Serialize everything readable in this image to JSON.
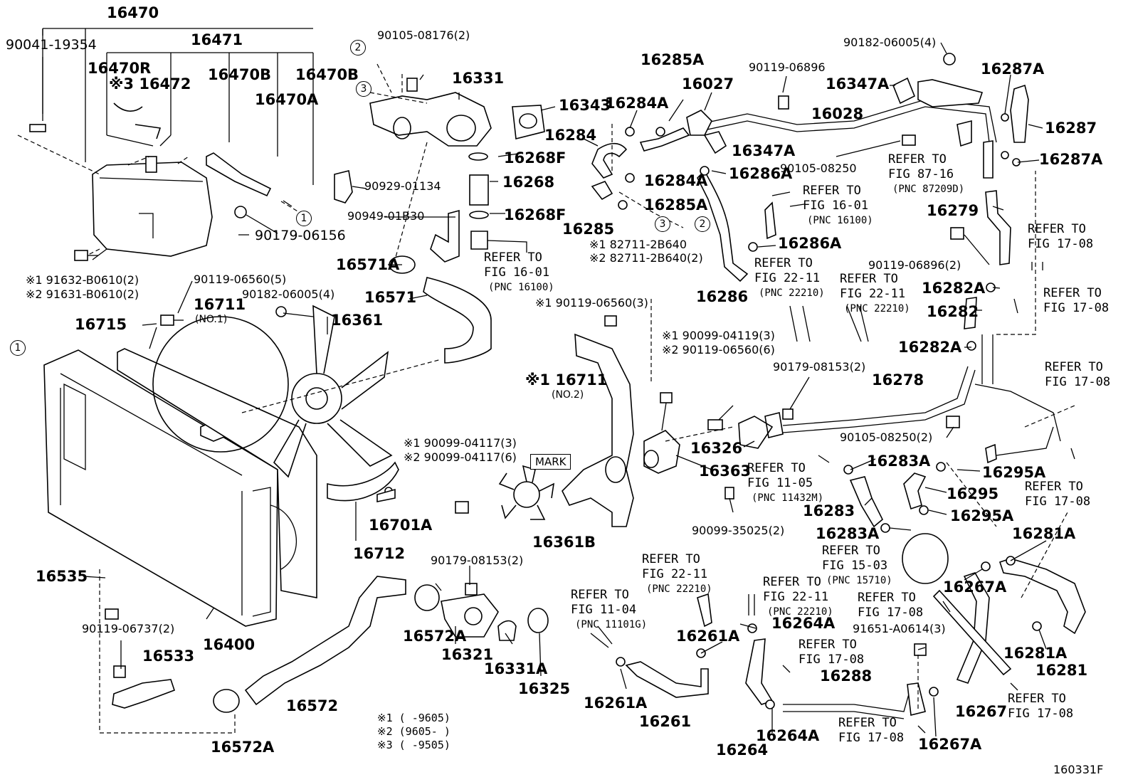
{
  "figure_id": "160331F",
  "circle_markers": {
    "one": "1",
    "two": "2",
    "three": "3"
  },
  "mark_label": "MARK",
  "refer": {
    "refer_to": "REFER TO"
  },
  "notes": {
    "n1": "※1 (     -9605)",
    "n2": "※2 (9605-     )",
    "n3": "※3 (     -9505)"
  },
  "labels": {
    "p16470": "16470",
    "p90041_19354": "90041-19354",
    "p16471": "16471",
    "p16470R": "16470R",
    "p16472": "※3 16472",
    "p16470B_a": "16470B",
    "p16470B_b": "16470B",
    "p16470A": "16470A",
    "p90179_06156": "90179-06156",
    "p91632": "※1 91632-B0610(2)",
    "p91631": "※2 91631-B0610(2)",
    "p90119_06560_5": "90119-06560(5)",
    "p90182_06005_4a": "90182-06005(4)",
    "p16711": "16711",
    "p16711_no1": "(NO.1)",
    "p16715": "16715",
    "p16361": "16361",
    "p90105_08176": "90105-08176(2)",
    "p16331": "16331",
    "p16343": "16343",
    "p16268F_a": "16268F",
    "p16268": "16268",
    "p16268F_b": "16268F",
    "p90929_01134": "90929-01134",
    "p90949_01B30": "90949-01B30",
    "p16571A": "16571A",
    "p16571": "16571",
    "p16285A_a": "16285A",
    "p16284A_a": "16284A",
    "p16027": "16027",
    "p16284": "16284",
    "p16284A_b": "16284A",
    "p16285A_b": "16285A",
    "p16285": "16285",
    "p16347A_a": "16347A",
    "p16286A_a": "16286A",
    "p16286A_b": "16286A",
    "p16286": "16286",
    "p82711_1": "※1 82711-2B640",
    "p82711_2": "※2 82711-2B640(2)",
    "p90119_06560_3": "※1 90119-06560(3)",
    "p90099_04119": "※1 90099-04119(3)",
    "p90119_06560_6": "※2 90119-06560(6)",
    "p16711_no2_prefix": "※1 16711",
    "p16711_no2": "(NO.2)",
    "p90182_06005_4b": "90182-06005(4)",
    "p90119_06896": "90119-06896",
    "p16347A_b": "16347A",
    "p16028": "16028",
    "p16287A_a": "16287A",
    "p16287": "16287",
    "p16287A_b": "16287A",
    "p90105_08250": "90105-08250",
    "p16279": "16279",
    "p90119_06896_2": "90119-06896(2)",
    "p16282A_a": "16282A",
    "p16282": "16282",
    "p16282A_b": "16282A",
    "p90179_08153_2a": "90179-08153(2)",
    "p16278": "16278",
    "p90105_08250_2": "90105-08250(2)",
    "p16326": "16326",
    "p16363": "16363",
    "p16283A_a": "16283A",
    "p16283": "16283",
    "p16283A_b": "16283A",
    "p16295A_a": "16295A",
    "p16295": "16295",
    "p16295A_b": "16295A",
    "p90099_35025": "90099-35025(2)",
    "p90099_04117_3": "※1 90099-04117(3)",
    "p90099_04117_6": "※2 90099-04117(6)",
    "p16361B": "16361B",
    "p16701A": "16701A",
    "p16712": "16712",
    "p16535": "16535",
    "p16400": "16400",
    "p90119_06737": "90119-06737(2)",
    "p16533": "16533",
    "p90179_08153_2b": "90179-08153(2)",
    "p16572A_a": "16572A",
    "p16321": "16321",
    "p16331A": "16331A",
    "p16325": "16325",
    "p16572": "16572",
    "p16572A_b": "16572A",
    "p16261A_a": "16261A",
    "p16261A_b": "16261A",
    "p16261": "16261",
    "p16264A_a": "16264A",
    "p16264A_b": "16264A",
    "p16264": "16264",
    "p16288": "16288",
    "p91651": "91651-A0614(3)",
    "p16267A_a": "16267A",
    "p16267A_b": "16267A",
    "p16267": "16267",
    "p16281A_a": "16281A",
    "p16281A_b": "16281A",
    "p16281": "16281"
  },
  "refs": {
    "r_16_01_a": {
      "fig": "FIG 16-01",
      "pnc": "(PNC 16100)"
    },
    "r_16_01_b": {
      "fig": "FIG 16-01",
      "pnc": "(PNC 16100)"
    },
    "r_87_16": {
      "fig": "FIG 87-16",
      "pnc": "(PNC 87209D)"
    },
    "r_22_11_a": {
      "fig": "FIG 22-11",
      "pnc": "(PNC 22210)"
    },
    "r_22_11_b": {
      "fig": "FIG 22-11",
      "pnc": "(PNC 22210)"
    },
    "r_22_11_c": {
      "fig": "FIG 22-11",
      "pnc": "(PNC 22210)"
    },
    "r_22_11_d": {
      "fig": "FIG 22-11",
      "pnc": "(PNC 22210)"
    },
    "r_17_08_a": {
      "fig": "FIG 17-08"
    },
    "r_17_08_b": {
      "fig": "FIG 17-08"
    },
    "r_17_08_c": {
      "fig": "FIG 17-08"
    },
    "r_17_08_d": {
      "fig": "FIG 17-08"
    },
    "r_17_08_e": {
      "fig": "FIG 17-08"
    },
    "r_17_08_f": {
      "fig": "FIG 17-08"
    },
    "r_17_08_g": {
      "fig": "FIG 17-08"
    },
    "r_17_08_h": {
      "fig": "FIG 17-08"
    },
    "r_11_05": {
      "fig": "FIG 11-05",
      "pnc": "(PNC 11432M)"
    },
    "r_15_03": {
      "fig": "FIG 15-03",
      "pnc": "(PNC 15710)"
    },
    "r_11_04": {
      "fig": "FIG 11-04",
      "pnc": "(PNC 11101G)"
    }
  }
}
